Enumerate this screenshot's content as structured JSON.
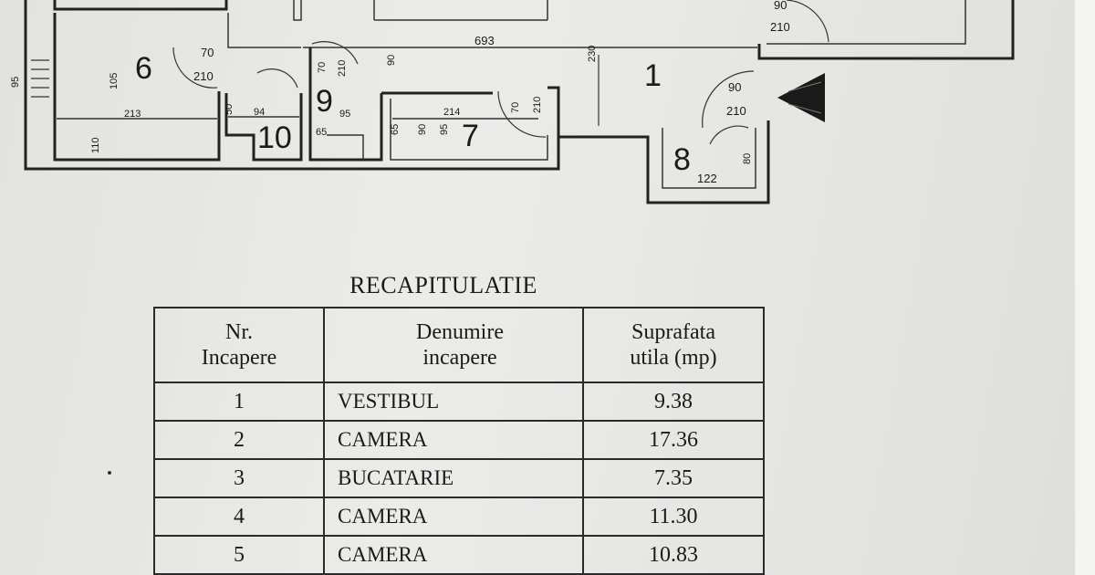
{
  "plan": {
    "room_numbers": [
      "6",
      "1",
      "9",
      "10",
      "7",
      "8"
    ],
    "dimension_labels": [
      "90",
      "210",
      "70",
      "210",
      "693",
      "90",
      "210",
      "213",
      "105",
      "110",
      "94",
      "95",
      "70",
      "210",
      "214",
      "70",
      "210",
      "122",
      "80",
      "95",
      "230",
      "90",
      "90",
      "95",
      "65",
      "65",
      "50"
    ]
  },
  "summary": {
    "title": "RECAPITULATIE",
    "headers": [
      "Nr. Incapere",
      "Denumire incapere",
      "Suprafata utila (mp)"
    ],
    "rows": [
      {
        "nr": "1",
        "name": "VESTIBUL",
        "area": "9.38"
      },
      {
        "nr": "2",
        "name": "CAMERA",
        "area": "17.36"
      },
      {
        "nr": "3",
        "name": "BUCATARIE",
        "area": "7.35"
      },
      {
        "nr": "4",
        "name": "CAMERA",
        "area": "11.30"
      },
      {
        "nr": "5",
        "name": "CAMERA",
        "area": "10.83"
      }
    ]
  }
}
